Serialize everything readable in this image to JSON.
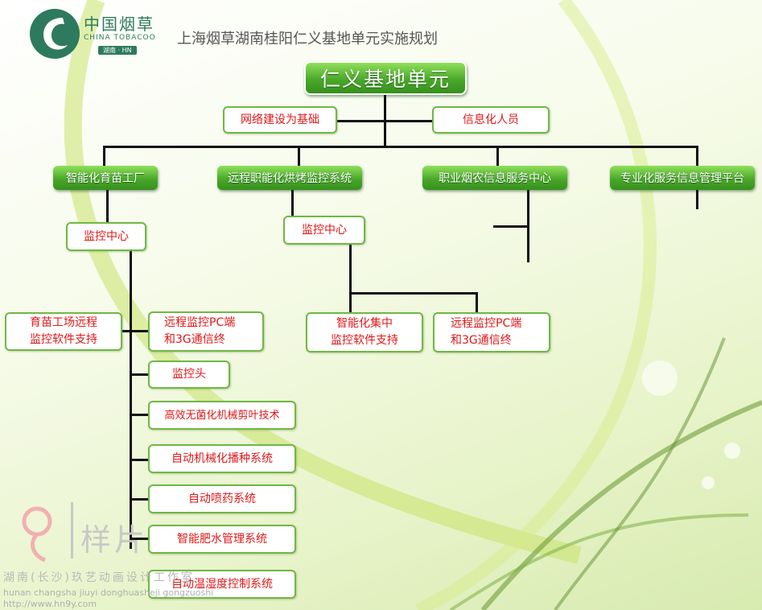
{
  "header": {
    "logo_cn": "中国烟草",
    "logo_en": "CHINA TOBACOO",
    "logo_tag": "湖南 · HN",
    "title": "上海烟草湖南桂阳仁义基地单元实施规划"
  },
  "diagram": {
    "root": "仁义基地单元",
    "support_left": "网络建设为基础",
    "support_right": "信息化人员",
    "branches": {
      "nursery": "智能化育苗工厂",
      "curing": "远程职能化烘烤监控系统",
      "service": "职业烟农信息服务中心",
      "platform": "专业化服务信息管理平台"
    },
    "nursery_center": "监控中心",
    "nursery_left_1": "育苗工场远程",
    "nursery_left_2": "监控软件支持",
    "nursery_items": [
      {
        "l1": "远程监控PC端",
        "l2": "和3G通信终"
      },
      {
        "l1": "监控头"
      },
      {
        "l1": "高效无菌化机械剪叶技术"
      },
      {
        "l1": "自动机械化播种系统"
      },
      {
        "l1": "自动喷药系统"
      },
      {
        "l1": "智能肥水管理系统"
      },
      {
        "l1": "自动温湿度控制系统"
      }
    ],
    "curing_center": "监控中心",
    "curing_items": [
      {
        "l1": "智能化集中",
        "l2": "监控软件支持"
      },
      {
        "l1": "远程监控PC端",
        "l2": "和3G通信终"
      }
    ]
  },
  "watermark": {
    "text": "样片",
    "studio": "湖南(长沙)玖艺动画设计工作室",
    "pinyin": "hunan changsha jiuyi donghuasheji gongzuoshi",
    "url": "http://www.hn9y.com"
  },
  "colors": {
    "accent_green": "#4aa82a",
    "text_red": "#e01818",
    "border_green": "#6fb844"
  }
}
